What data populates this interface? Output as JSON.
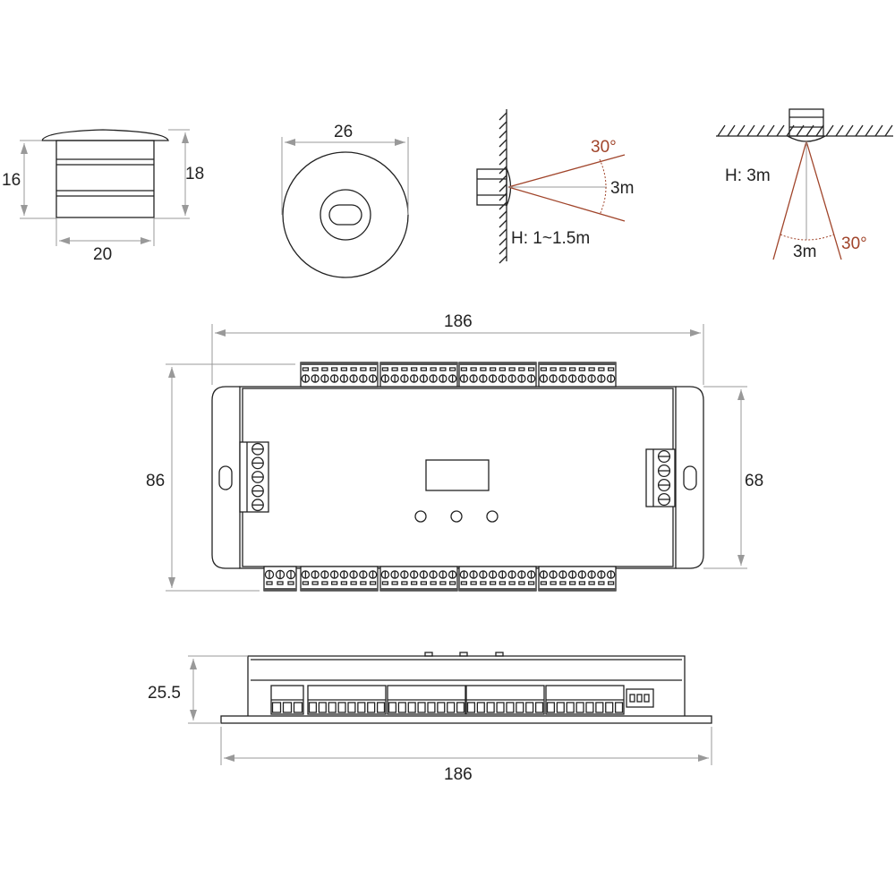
{
  "sensor_side": {
    "height_body": "16",
    "height_total": "18",
    "width": "20"
  },
  "sensor_top": {
    "diameter": "26"
  },
  "wall_mount": {
    "angle": "30°",
    "range": "3m",
    "height": "H: 1~1.5m"
  },
  "ceiling_mount": {
    "height": "H: 3m",
    "range": "3m",
    "angle": "30°"
  },
  "controller_top": {
    "width": "186",
    "height_total": "86",
    "height_body": "68"
  },
  "controller_side": {
    "height": "25.5",
    "width": "186"
  },
  "colors": {
    "accent": "#a0442a",
    "dimension": "#999999",
    "line": "#222222"
  }
}
